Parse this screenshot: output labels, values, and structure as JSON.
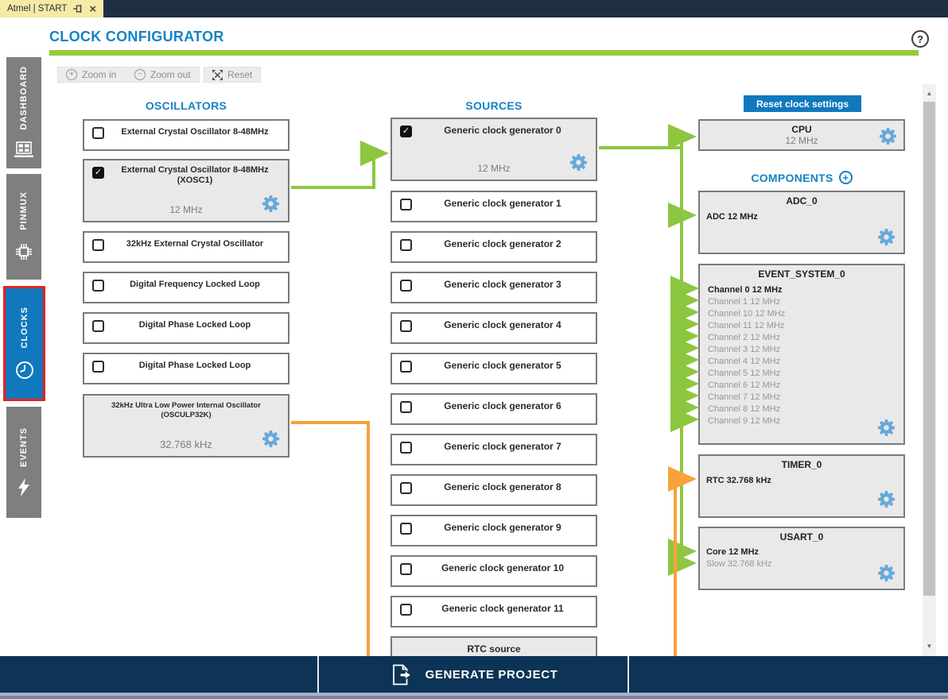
{
  "window": {
    "tab_title": "Atmel | START"
  },
  "header": {
    "title": "CLOCK CONFIGURATOR"
  },
  "toolbar": {
    "zoom_in_label": "Zoom in",
    "zoom_out_label": "Zoom out",
    "reset_label": "Reset"
  },
  "sidebar": {
    "items": [
      {
        "label": "DASHBOARD",
        "icon": "dashboard-icon",
        "active": false
      },
      {
        "label": "PINMUX",
        "icon": "chip-icon",
        "active": false
      },
      {
        "label": "CLOCKS",
        "icon": "clock-icon",
        "active": true
      },
      {
        "label": "EVENTS",
        "icon": "lightning-icon",
        "active": false
      }
    ]
  },
  "oscillators": {
    "heading": "OSCILLATORS",
    "items": [
      {
        "label": "External Crystal Oscillator 8-48MHz",
        "checked": false
      },
      {
        "label": "External Crystal Oscillator 8-48MHz",
        "sublabel": "(XOSC1)",
        "checked": true,
        "frequency": "12 MHz"
      },
      {
        "label": "32kHz External Crystal Oscillator",
        "checked": false
      },
      {
        "label": "Digital Frequency Locked Loop",
        "checked": false
      },
      {
        "label": "Digital Phase Locked Loop",
        "checked": false
      },
      {
        "label": "Digital Phase Locked Loop",
        "checked": false
      },
      {
        "label": "32kHz Ultra Low Power Internal Oscillator",
        "sublabel": "(OSCULP32K)",
        "frequency": "32.768 kHz"
      }
    ]
  },
  "sources": {
    "heading": "SOURCES",
    "generators": [
      {
        "label": "Generic clock generator 0",
        "checked": true,
        "frequency": "12 MHz"
      },
      {
        "label": "Generic clock generator 1",
        "checked": false
      },
      {
        "label": "Generic clock generator 2",
        "checked": false
      },
      {
        "label": "Generic clock generator 3",
        "checked": false
      },
      {
        "label": "Generic clock generator 4",
        "checked": false
      },
      {
        "label": "Generic clock generator 5",
        "checked": false
      },
      {
        "label": "Generic clock generator 6",
        "checked": false
      },
      {
        "label": "Generic clock generator 7",
        "checked": false
      },
      {
        "label": "Generic clock generator 8",
        "checked": false
      },
      {
        "label": "Generic clock generator 9",
        "checked": false
      },
      {
        "label": "Generic clock generator 10",
        "checked": false
      },
      {
        "label": "Generic clock generator 11",
        "checked": false
      }
    ],
    "rtc_label": "RTC source"
  },
  "right_panel": {
    "reset_button_label": "Reset clock settings",
    "cpu": {
      "title": "CPU",
      "frequency": "12 MHz"
    },
    "components_heading": "COMPONENTS",
    "adc": {
      "title": "ADC_0",
      "inputs": [
        {
          "label": "ADC 12 MHz",
          "active": true
        }
      ]
    },
    "event_system": {
      "title": "EVENT_SYSTEM_0",
      "channels": [
        {
          "label": "Channel 0 12 MHz",
          "active": true
        },
        {
          "label": "Channel 1 12 MHz",
          "active": false
        },
        {
          "label": "Channel 10 12 MHz",
          "active": false
        },
        {
          "label": "Channel 11 12 MHz",
          "active": false
        },
        {
          "label": "Channel 2 12 MHz",
          "active": false
        },
        {
          "label": "Channel 3 12 MHz",
          "active": false
        },
        {
          "label": "Channel 4 12 MHz",
          "active": false
        },
        {
          "label": "Channel 5 12 MHz",
          "active": false
        },
        {
          "label": "Channel 6 12 MHz",
          "active": false
        },
        {
          "label": "Channel 7 12 MHz",
          "active": false
        },
        {
          "label": "Channel 8 12 MHz",
          "active": false
        },
        {
          "label": "Channel 9 12 MHz",
          "active": false
        }
      ]
    },
    "timer": {
      "title": "TIMER_0",
      "inputs": [
        {
          "label": "RTC 32.768 kHz",
          "active": true
        }
      ]
    },
    "usart": {
      "title": "USART_0",
      "inputs": [
        {
          "label": "Core 12 MHz",
          "active": true
        },
        {
          "label": "Slow 32.768 kHz",
          "active": false
        }
      ]
    }
  },
  "footer": {
    "generate_label": "GENERATE PROJECT"
  },
  "icons": {
    "help": "?",
    "close": "×",
    "plus": "+",
    "minus": "−",
    "check": "✓",
    "scroll_up": "▲",
    "scroll_down": "▼"
  },
  "colors": {
    "accent_blue": "#1583c5",
    "tab_active_blue": "#1178be",
    "highlight_red": "#e52320",
    "wire_green": "#8dc63f",
    "wire_orange": "#f9a13a",
    "navy_bar": "#0d3356",
    "header_rule_green": "#97c93d"
  }
}
